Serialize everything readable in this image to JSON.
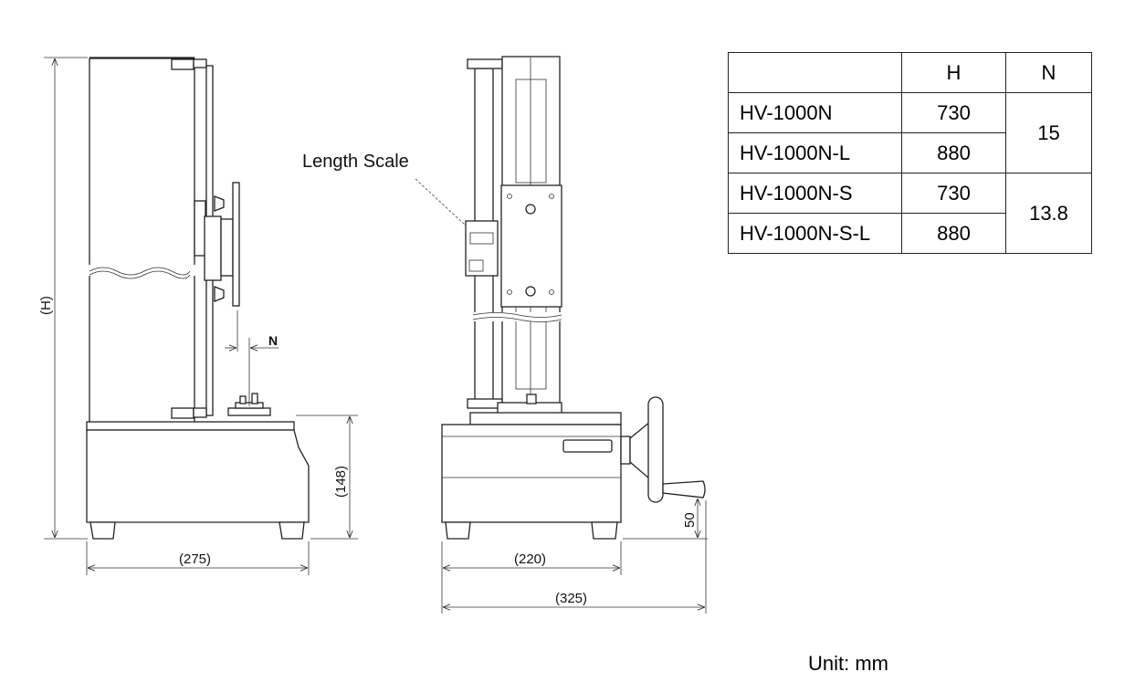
{
  "drawing": {
    "left_view": {
      "height_label": "(H)",
      "base_height_label": "(148)",
      "width_label": "(275)",
      "gap_label": "N"
    },
    "right_view": {
      "callout": "Length Scale",
      "width_label": "(220)",
      "overall_width_label": "(325)",
      "handle_height_label": "50"
    }
  },
  "table": {
    "headers": [
      "",
      "H",
      "N"
    ],
    "rows": [
      {
        "model": "HV-1000N",
        "H": "730"
      },
      {
        "model": "HV-1000N-L",
        "H": "880"
      },
      {
        "model": "HV-1000N-S",
        "H": "730"
      },
      {
        "model": "HV-1000N-S-L",
        "H": "880"
      }
    ],
    "n_groups": [
      "15",
      "13.8"
    ]
  },
  "unit": "Unit: mm"
}
